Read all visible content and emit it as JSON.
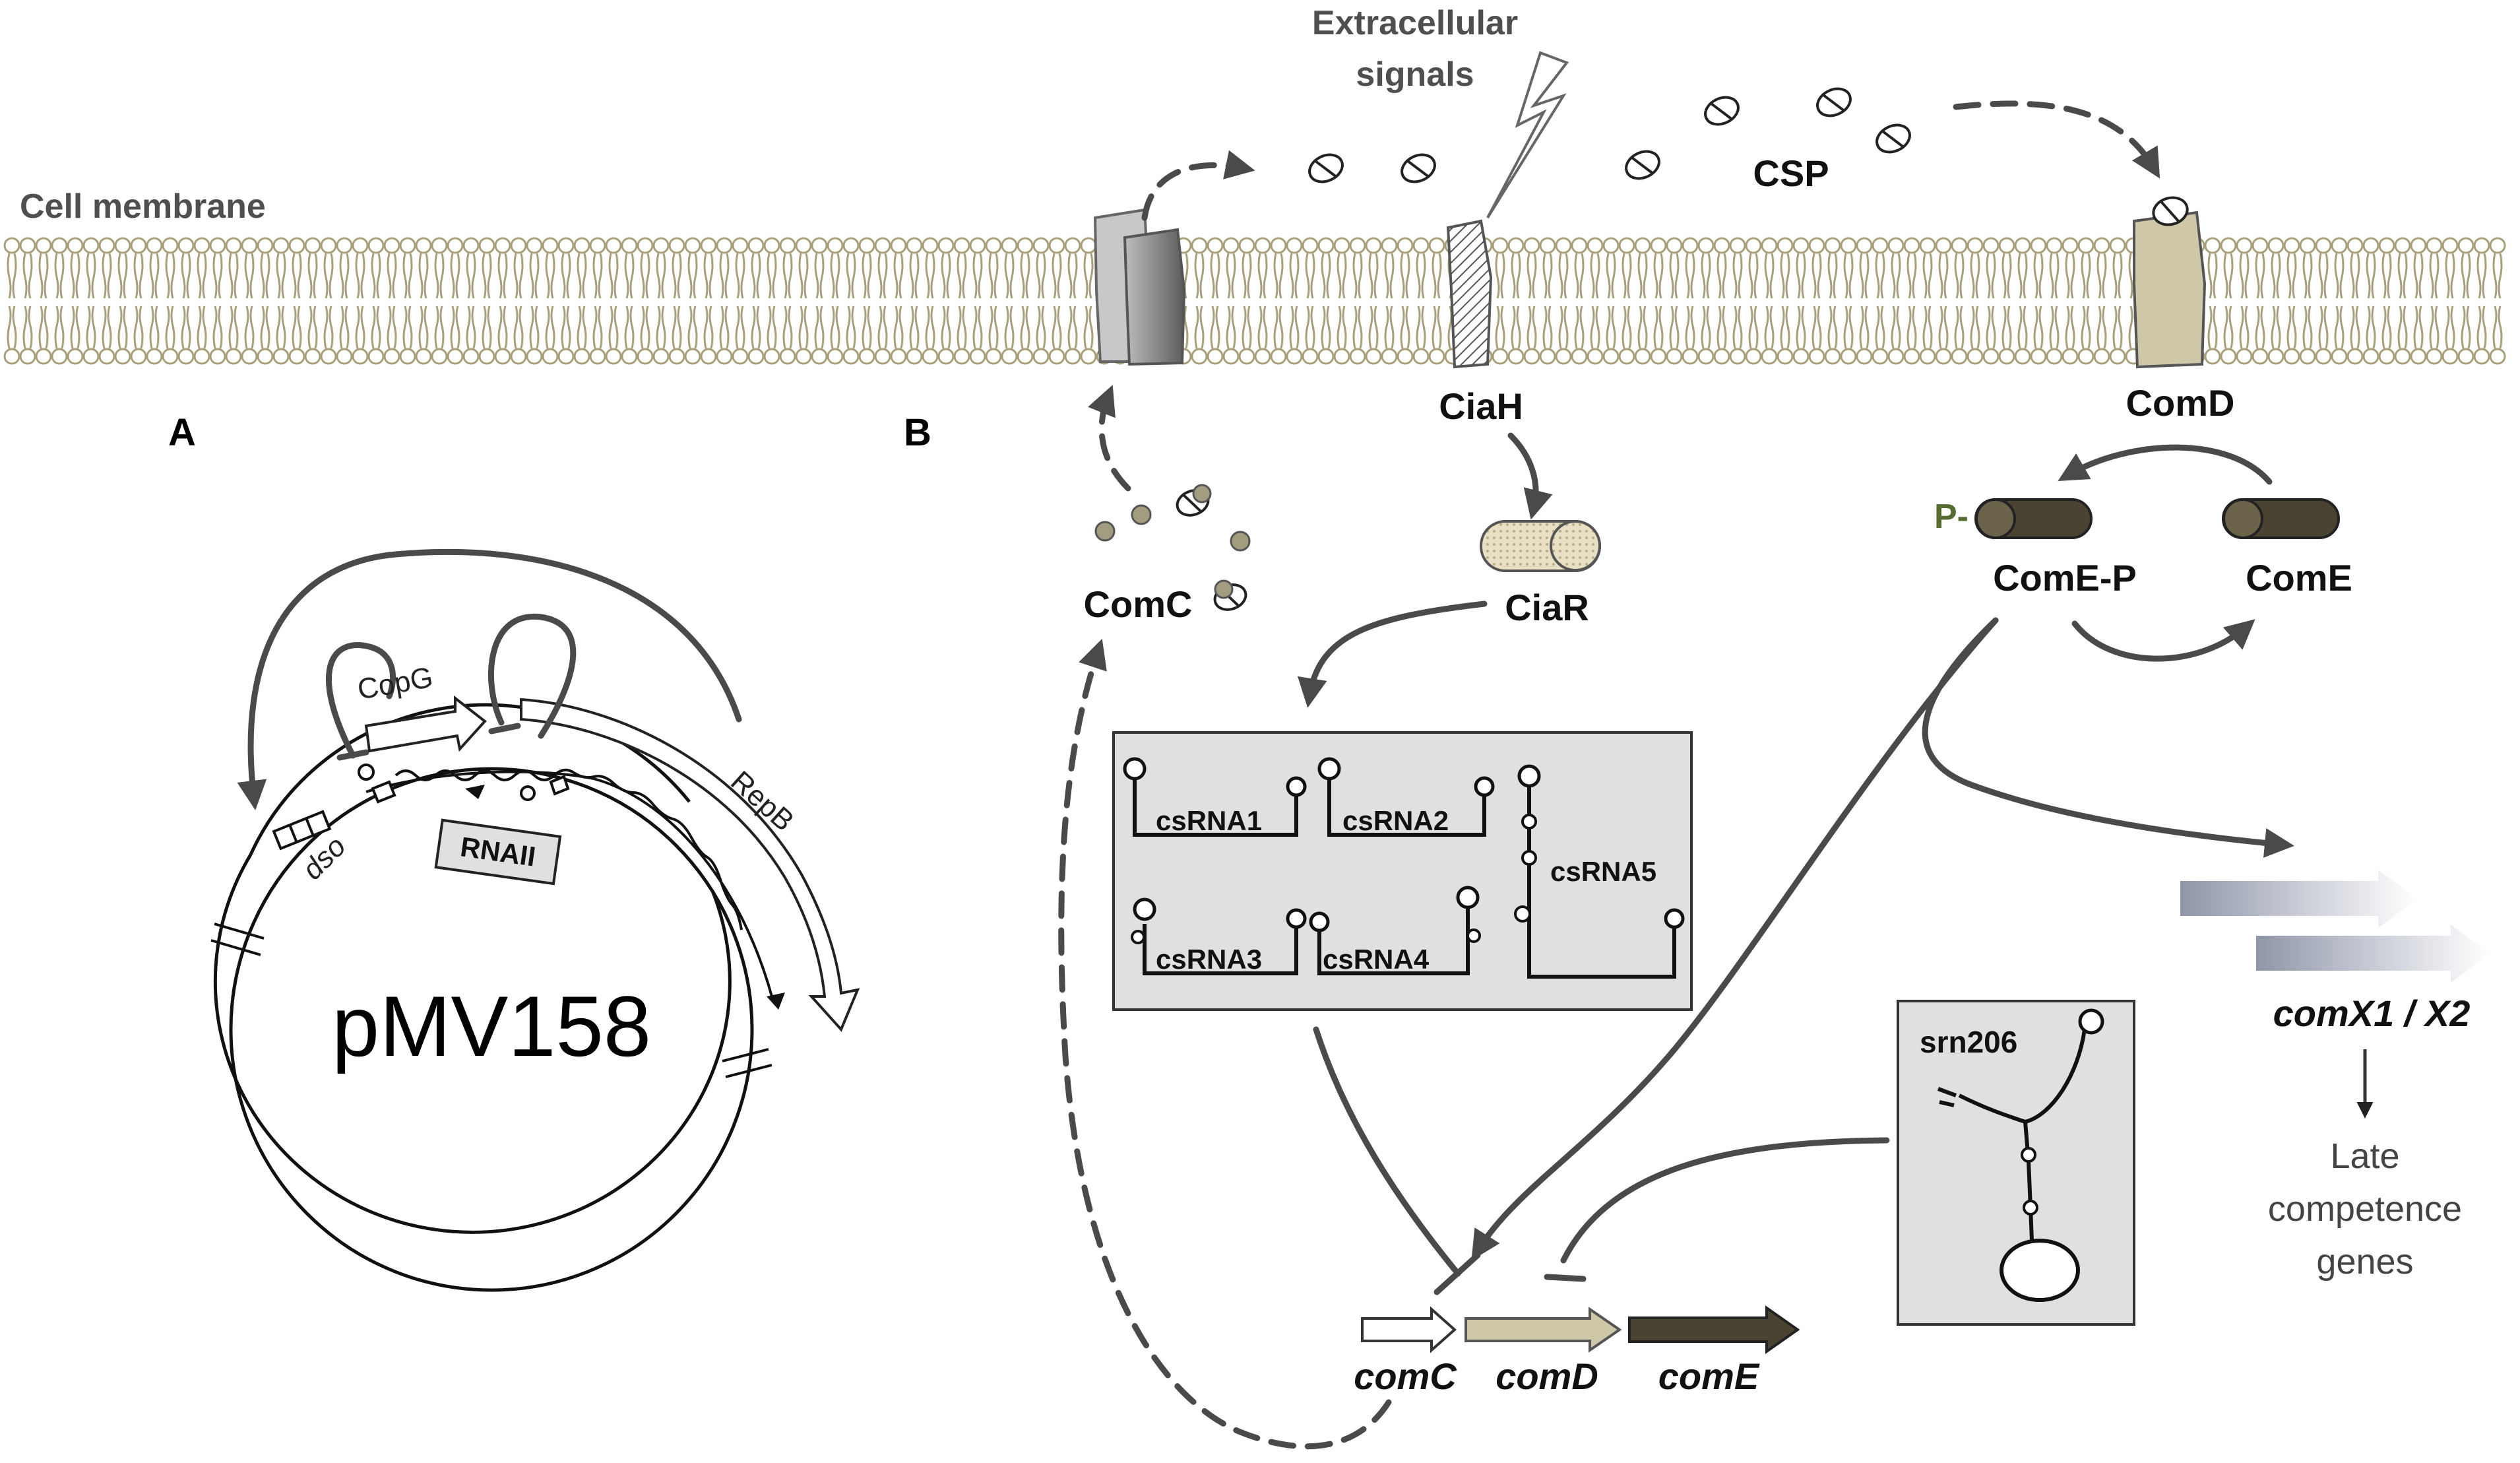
{
  "panels": {
    "a": "A",
    "b": "B"
  },
  "membrane": {
    "label": "Cell membrane",
    "color": "#a8a07a"
  },
  "signals": {
    "line1": "Extracellular",
    "line2": "signals",
    "csp": "CSP"
  },
  "proteins": {
    "ciah": "CiaH",
    "ciar": "CiaR",
    "comc": "ComC",
    "comd": "ComD",
    "comep": "ComE-P",
    "come": "ComE",
    "phospho": "P-"
  },
  "csrnas": [
    "csRNA1",
    "csRNA2",
    "csRNA3",
    "csRNA4",
    "csRNA5"
  ],
  "srn": "srn206",
  "genes": {
    "comc": "comC",
    "comd": "comD",
    "come": "comE",
    "comx": "comX1 / X2"
  },
  "late": [
    "Late",
    "competence",
    "genes"
  ],
  "plasmid": {
    "name": "pMV158",
    "copg": "CopG",
    "repb": "RepB",
    "dso": "dso",
    "rnaii": "RNAII"
  },
  "colors": {
    "arrow": "#4a4a4a",
    "comd_tan": "#cfc8a8",
    "come_dark": "#4a4332",
    "box_gray": "#e0e0e0"
  }
}
